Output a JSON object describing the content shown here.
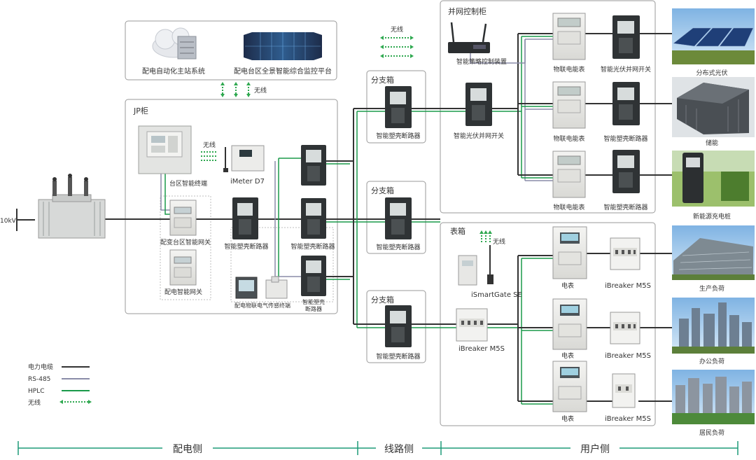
{
  "colors": {
    "power": "#333333",
    "rs485": "#8a8ca8",
    "hplc": "#1a9a4a",
    "wireless": "#2ea84f",
    "box": "#9a9a9a",
    "bottom_line": "#1e9b78"
  },
  "top_box": {
    "items": [
      {
        "label": "配电自动化主站系统",
        "icon": "cloud-server-icon"
      },
      {
        "label": "配电台区全景智能综合监控平台",
        "icon": "monitor-wall-icon"
      }
    ],
    "wireless_label": "无线"
  },
  "top_wireless_label": "无线",
  "voltage": "10kV",
  "jp_cabinet": {
    "title": "JP柜",
    "terminal_label": "台区智能终端",
    "wireless_label": "无线",
    "imeter_label": "iMeter  D7",
    "gateway1_label": "配变台区智能网关",
    "gateway2_label": "配电智能网关",
    "breaker_main_label": "智能塑壳断路器",
    "breaker2_label": "智能塑壳断路器",
    "sensor_label": "配电物联电气传感终端",
    "breaker3_label_line1": "智能塑壳",
    "breaker3_label_line2": "断路器"
  },
  "branch_boxes": [
    {
      "title": "分支箱",
      "device": "智能塑壳断路器"
    },
    {
      "title": "分支箱",
      "device": "智能塑壳断路器"
    },
    {
      "title": "分支箱",
      "device": "智能塑壳断路器"
    }
  ],
  "grid_cabinet": {
    "title": "并网控制柜",
    "strategy_label": "智能策略控制装置",
    "pv_switch_label": "智能光伏并网开关",
    "rows": [
      {
        "meter": "物联电能表",
        "device": "智能光伏并网开关"
      },
      {
        "meter": "物联电能表",
        "device": "智能塑壳断路器"
      },
      {
        "meter": "物联电能表",
        "device": "智能塑壳断路器"
      }
    ]
  },
  "meter_box": {
    "title": "表箱",
    "wireless_label": "无线",
    "gate_label": "iSmartGate SE",
    "main_breaker_label": "iBreaker M5S",
    "rows": [
      {
        "meter": "电表",
        "breaker": "iBreaker M5S"
      },
      {
        "meter": "电表",
        "breaker": "iBreaker M5S"
      },
      {
        "meter": "电表",
        "breaker": "iBreaker M5S"
      }
    ]
  },
  "loads": [
    {
      "label": "分布式光伏",
      "icon": "solar-panel-icon"
    },
    {
      "label": "储能",
      "icon": "energy-storage-icon"
    },
    {
      "label": "新能源充电桩",
      "icon": "ev-charger-icon"
    },
    {
      "label": "生产负荷",
      "icon": "factory-icon"
    },
    {
      "label": "办公负荷",
      "icon": "office-building-icon"
    },
    {
      "label": "居民负荷",
      "icon": "residential-icon"
    }
  ],
  "legend": [
    {
      "label": "电力电缆",
      "style": "power"
    },
    {
      "label": "RS-485",
      "style": "rs485"
    },
    {
      "label": "HPLC",
      "style": "hplc"
    },
    {
      "label": "无线",
      "style": "wireless"
    }
  ],
  "bottom_sections": [
    {
      "label": "配电侧"
    },
    {
      "label": "线路侧"
    },
    {
      "label": "用户侧"
    }
  ]
}
